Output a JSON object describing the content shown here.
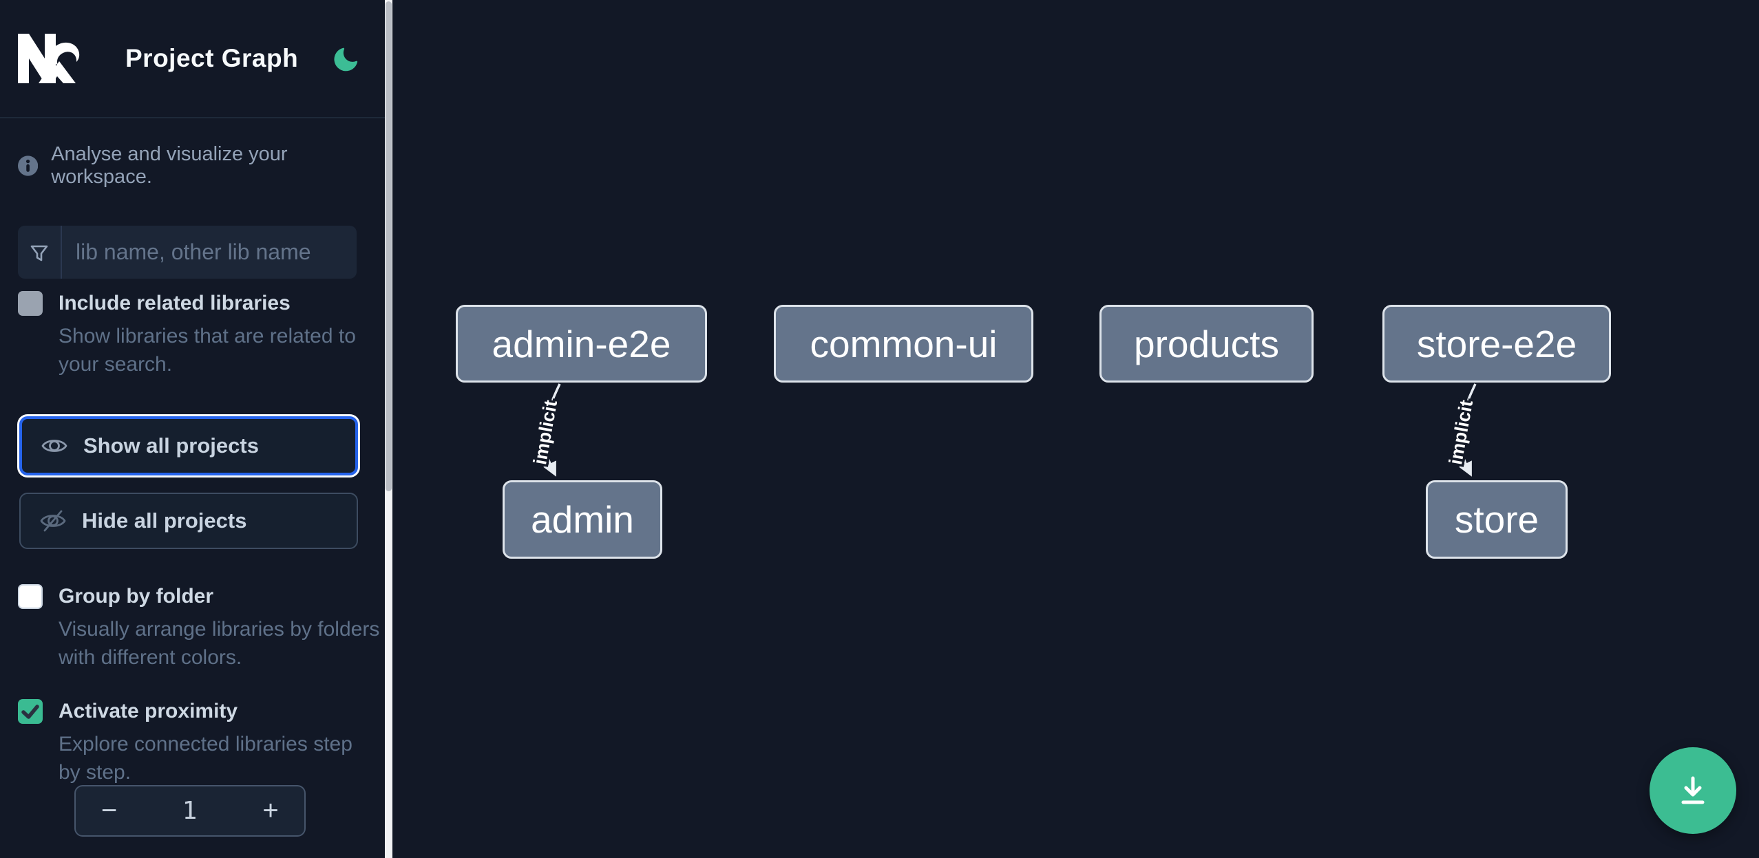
{
  "header": {
    "title": "Project Graph",
    "theme_toggle_icon": "moon-icon"
  },
  "sidebar": {
    "info_text": "Analyse and visualize your workspace.",
    "filter": {
      "placeholder": "lib name, other lib name",
      "value": "",
      "icon": "funnel-icon"
    },
    "options": [
      {
        "label": "Include related libraries",
        "description": "Show libraries that are related to your search.",
        "checked": false
      },
      {
        "label": "Group by folder",
        "description": "Visually arrange libraries by folders with different colors.",
        "checked": false
      },
      {
        "label": "Activate proximity",
        "description": "Explore connected libraries step by step.",
        "checked": true
      }
    ],
    "actions": {
      "show_all": "Show all projects",
      "hide_all": "Hide all projects"
    },
    "proximity_stepper": {
      "decrement": "−",
      "value": "1",
      "increment": "+"
    }
  },
  "graph": {
    "nodes": [
      {
        "label": "admin-e2e"
      },
      {
        "label": "common-ui"
      },
      {
        "label": "products"
      },
      {
        "label": "store-e2e"
      },
      {
        "label": "admin"
      },
      {
        "label": "store"
      }
    ],
    "edges": [
      {
        "source": "admin-e2e",
        "target": "admin",
        "label": "implicit"
      },
      {
        "source": "store-e2e",
        "target": "store",
        "label": "implicit"
      }
    ]
  },
  "fab": {
    "icon": "download-icon"
  },
  "colors": {
    "accent_teal": "#3cbd92",
    "focus_blue": "#2563eb",
    "node_fill": "#64748b",
    "canvas_bg": "#121826",
    "edge": "#e7ecf2"
  }
}
